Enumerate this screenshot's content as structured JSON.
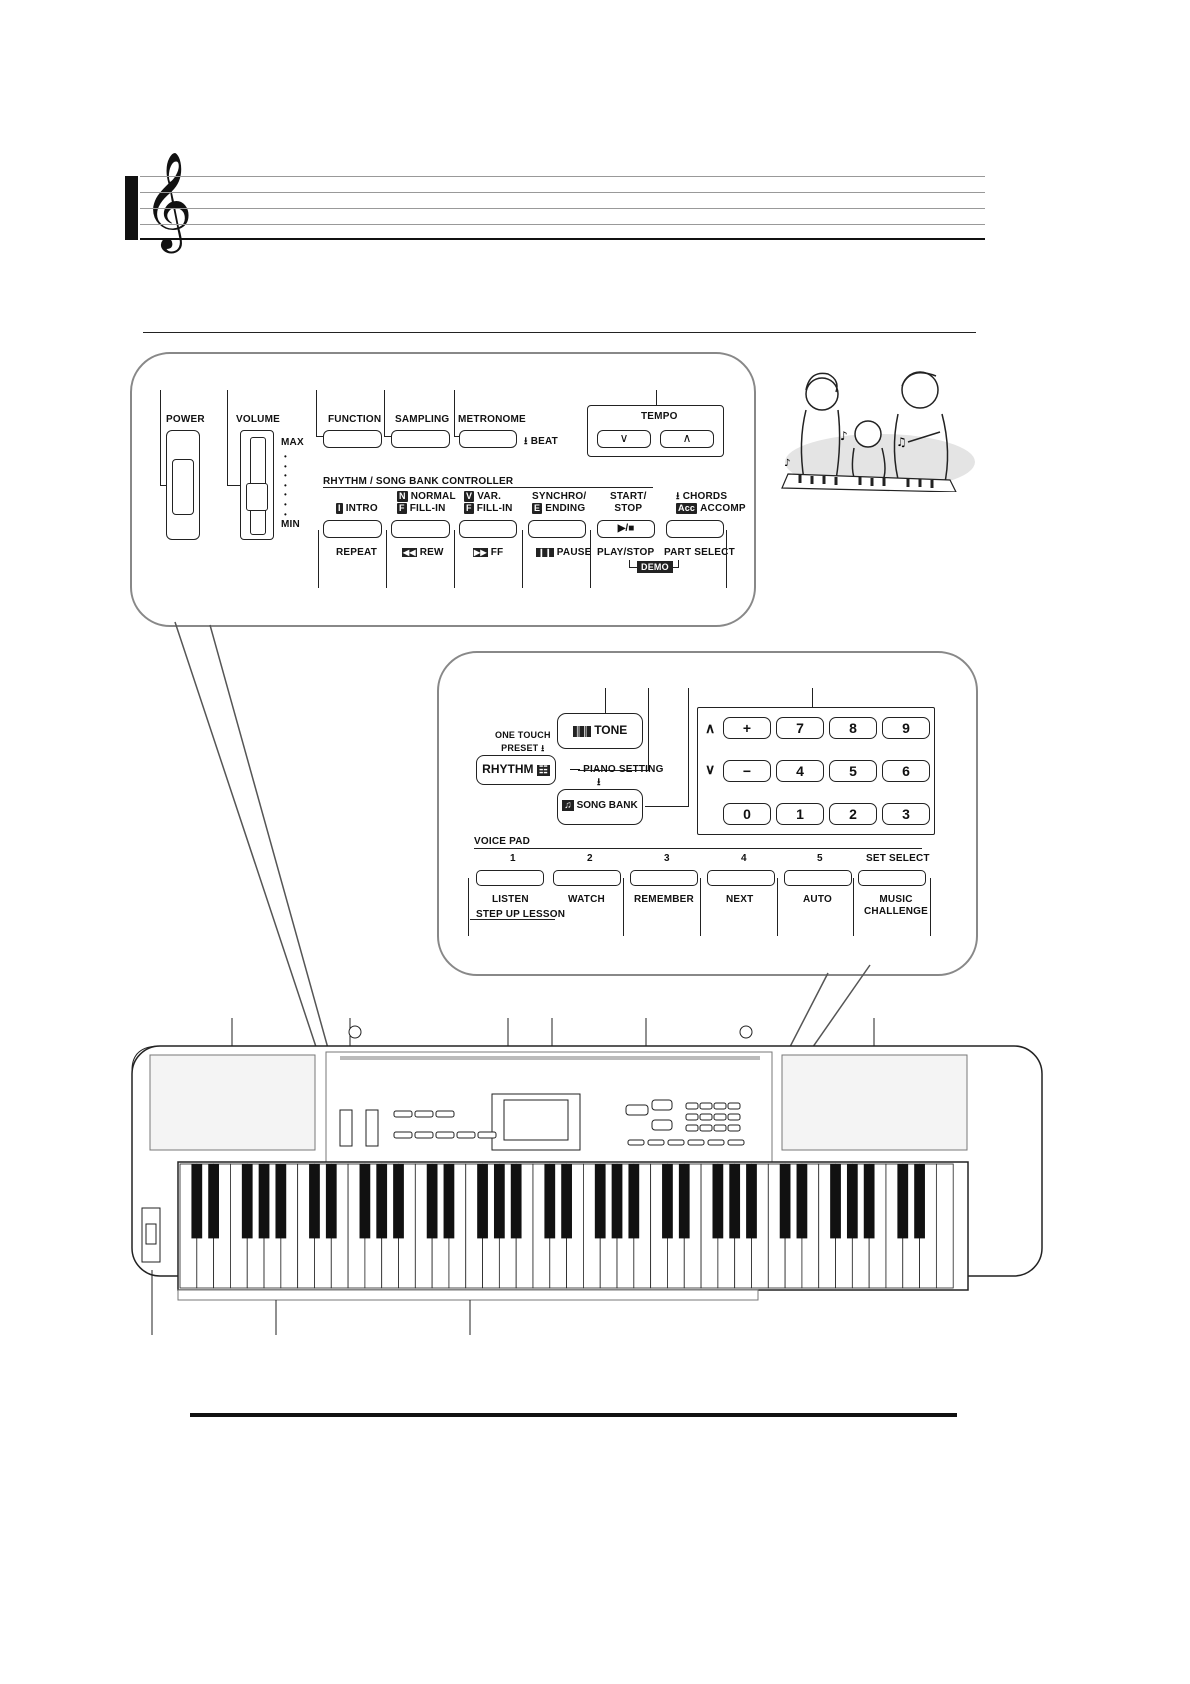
{
  "panel1": {
    "power": "POWER",
    "volume": "VOLUME",
    "max": "MAX",
    "min": "MIN",
    "function": "FUNCTION",
    "sampling": "SAMPLING",
    "metronome": "METRONOME",
    "beat": "BEAT",
    "tempo": "TEMPO",
    "rhythm_controller": "RHYTHM / SONG BANK CONTROLLER",
    "intro_badge": "I",
    "intro": "INTRO",
    "normal_badge": "N",
    "normal": "NORMAL",
    "fill_badge": "F",
    "fill_in": "FILL-IN",
    "var_badge": "V",
    "var": "VAR.",
    "synchro": "SYNCHRO/",
    "ending_badge": "E",
    "ending": "ENDING",
    "start": "START/",
    "stop": "STOP",
    "chords": "CHORDS",
    "accomp_badge": "Acc",
    "accomp": "ACCOMP",
    "play_symbol": "▶/■",
    "repeat": "REPEAT",
    "rew": "REW",
    "ff": "FF",
    "pause": "PAUSE",
    "play_stop": "PLAY/STOP",
    "part_select": "PART SELECT",
    "demo": "DEMO"
  },
  "panel2": {
    "one_touch": "ONE TOUCH",
    "preset": "PRESET",
    "rhythm": "RHYTHM",
    "tone": "TONE",
    "piano_setting": "— PIANO SETTING",
    "song_bank": "SONG BANK",
    "voice_pad": "VOICE PAD",
    "pad_numbers": [
      "1",
      "2",
      "3",
      "4",
      "5",
      "SET SELECT"
    ],
    "pad_labels": [
      "LISTEN",
      "WATCH",
      "REMEMBER",
      "NEXT",
      "AUTO",
      "MUSIC"
    ],
    "challenge": "CHALLENGE",
    "step_up_lesson": "STEP UP LESSON",
    "numpad": [
      [
        "+",
        "7",
        "8",
        "9"
      ],
      [
        "−",
        "4",
        "5",
        "6"
      ],
      [
        "0",
        "1",
        "2",
        "3"
      ]
    ],
    "up": "∧",
    "down": "∨"
  }
}
